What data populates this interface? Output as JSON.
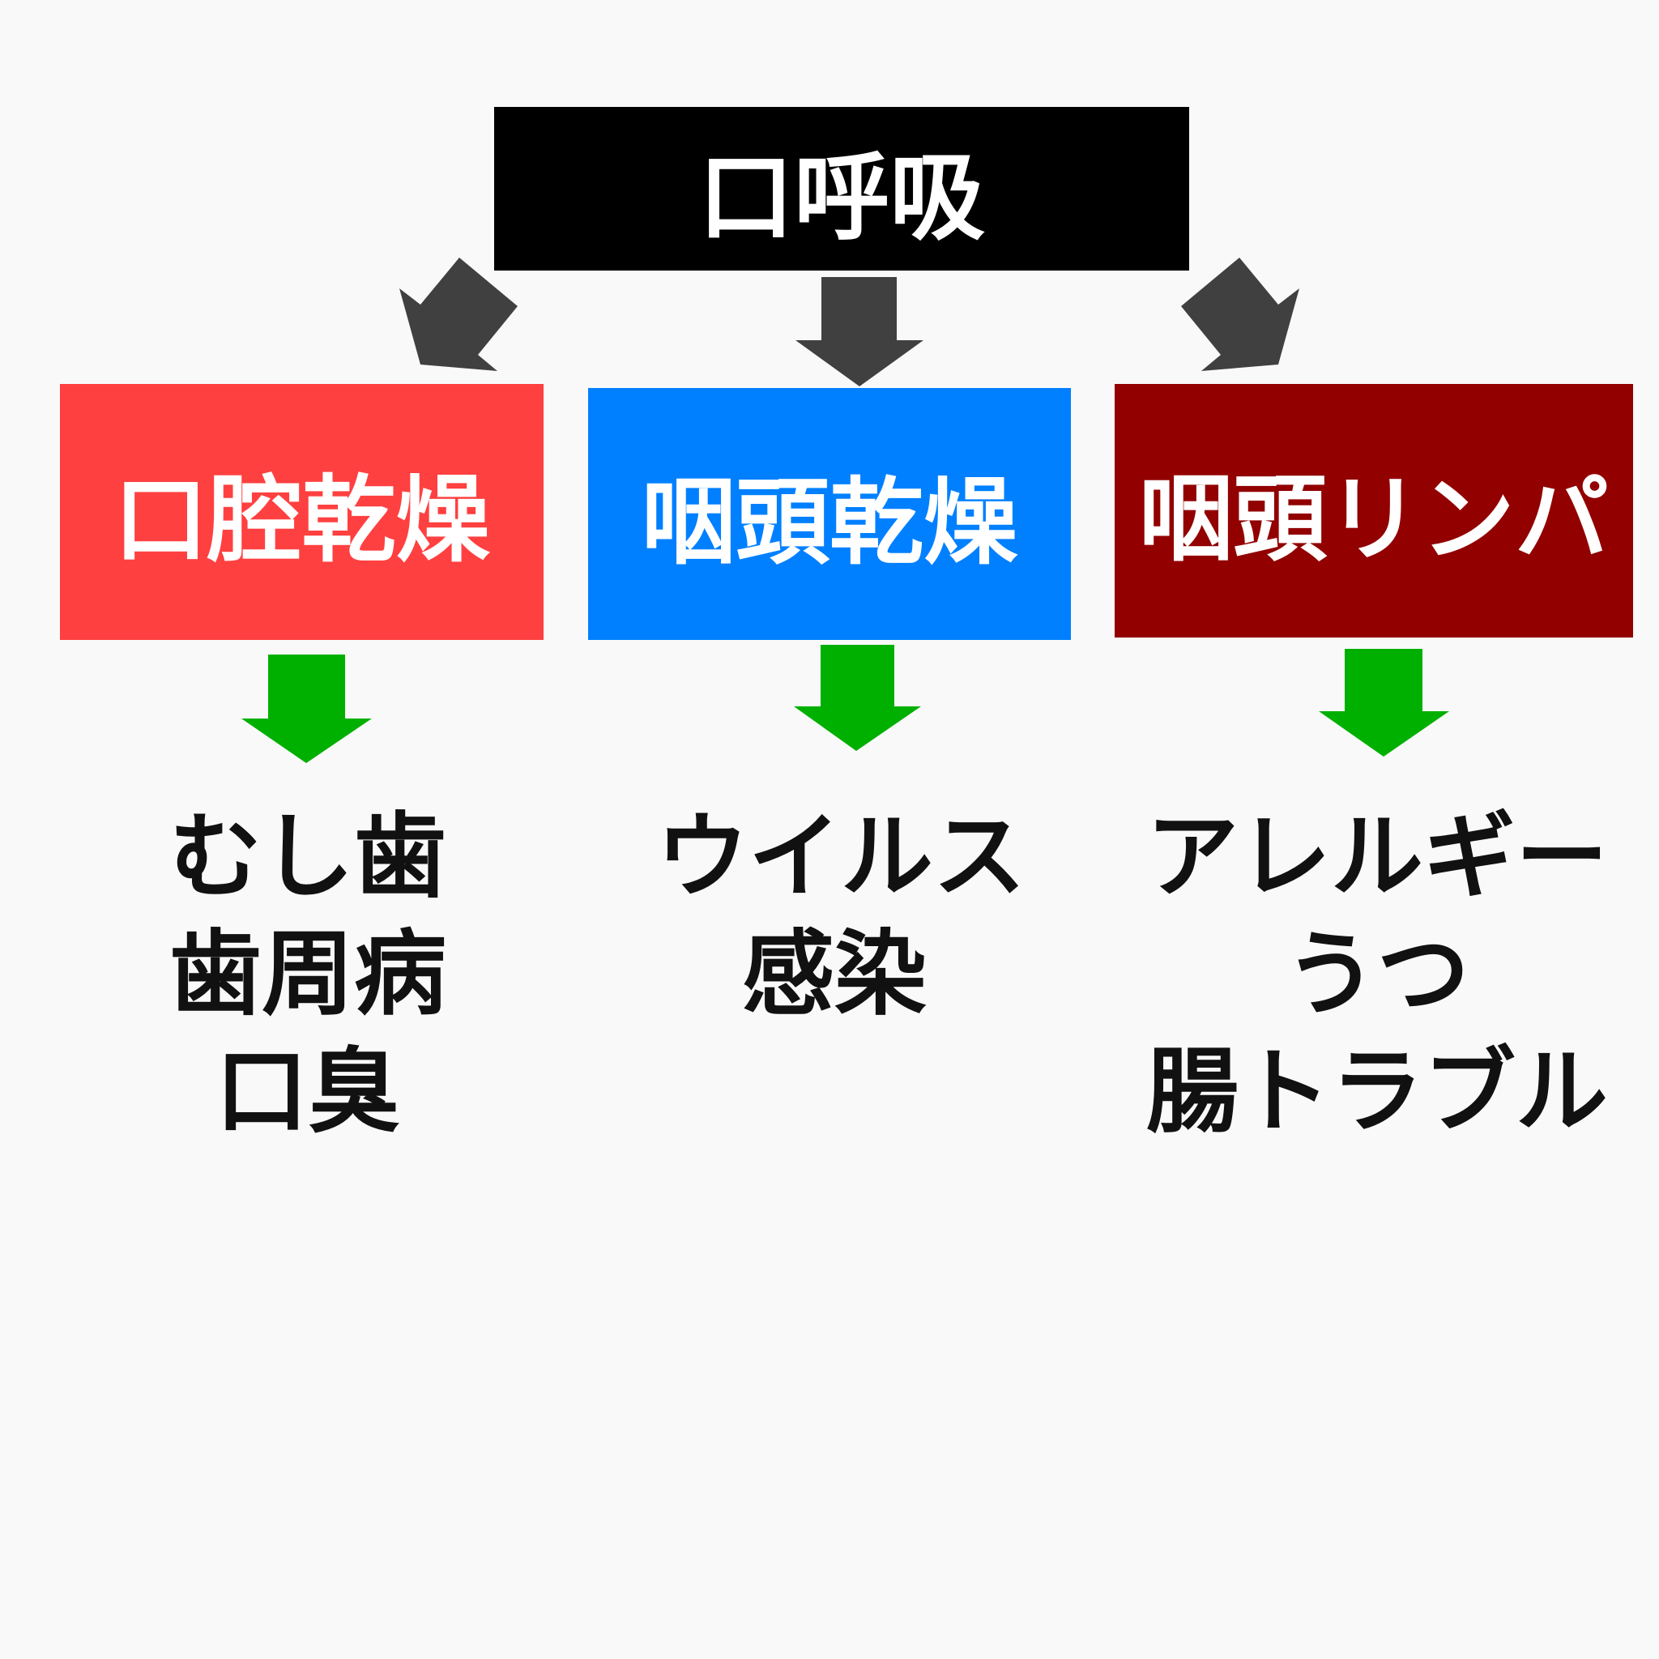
{
  "colors": {
    "background": "#f9f9f9",
    "top_box": "#000000",
    "box_oral": "#ff4040",
    "box_pharynx": "#0080ff",
    "box_lymph": "#920000",
    "arrow_dark": "#404040",
    "arrow_green": "#00b000",
    "result_text": "#111111"
  },
  "top": {
    "label": "口呼吸"
  },
  "branches": [
    {
      "label": "口腔乾燥",
      "results": [
        "むし歯",
        "歯周病",
        "口臭"
      ]
    },
    {
      "label": "咽頭乾燥",
      "results": [
        "ウイルス",
        "感染"
      ]
    },
    {
      "label": "咽頭リンパ",
      "results": [
        "アレルギー",
        "うつ",
        "腸トラブル"
      ]
    }
  ]
}
